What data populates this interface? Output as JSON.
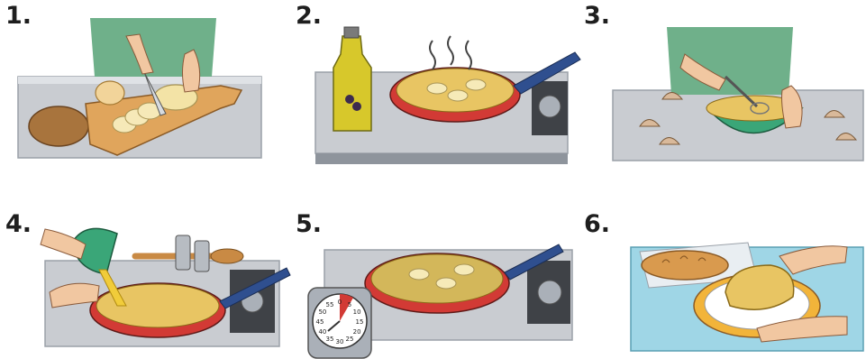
{
  "steps": [
    {
      "number": "1."
    },
    {
      "number": "2."
    },
    {
      "number": "3."
    },
    {
      "number": "4."
    },
    {
      "number": "5."
    },
    {
      "number": "6."
    }
  ],
  "timer": {
    "dial_numbers": [
      "55",
      "0",
      "5",
      "10",
      "15",
      "20",
      "25",
      "30",
      "35",
      "40",
      "45",
      "50"
    ]
  },
  "colors": {
    "counter": "#c9ccd1",
    "counter_edge": "#9aa0a8",
    "shirt": "#6fb08a",
    "skin": "#f1c7a1",
    "pan_red": "#d23a35",
    "pan_handle": "#2f4f8f",
    "omelette": "#e8c563",
    "oil": "#d7c82b",
    "board": "#e0a55c",
    "table_blue": "#9fd6e6"
  }
}
